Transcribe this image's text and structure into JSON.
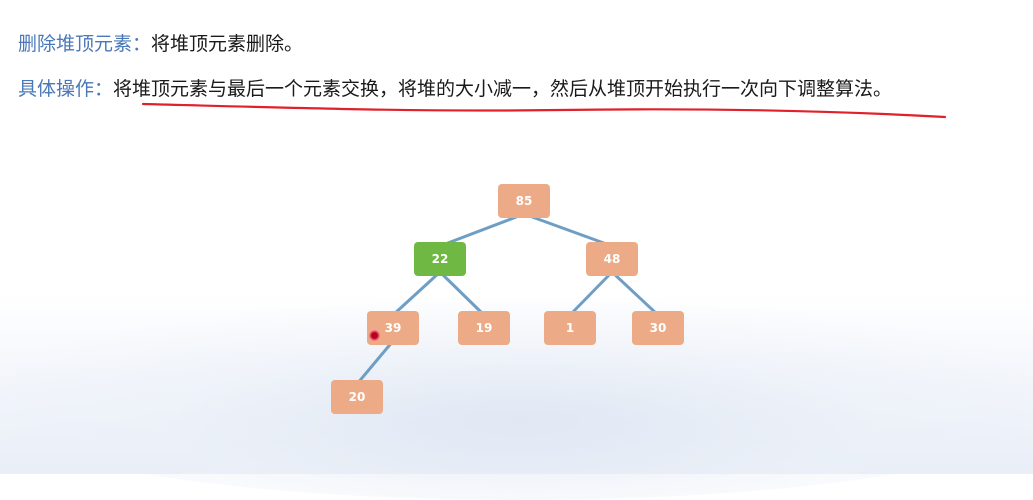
{
  "line1": {
    "label": "删除堆顶元素：",
    "text": "将堆顶元素删除。"
  },
  "line2": {
    "label": "具体操作：",
    "text": "将堆顶元素与最后一个元素交换，将堆的大小减一，然后从堆顶开始执行一次向下调整算法。"
  },
  "colors": {
    "label_blue": "#4a78b8",
    "node_orange": "#ecab86",
    "node_green": "#6fb843",
    "edge_blue": "#6f9ec4",
    "underline_red": "#e0202a"
  },
  "tree": {
    "nodes": [
      {
        "id": "n85",
        "value": "85",
        "highlight": false
      },
      {
        "id": "n22",
        "value": "22",
        "highlight": true
      },
      {
        "id": "n48",
        "value": "48",
        "highlight": false
      },
      {
        "id": "n39",
        "value": "39",
        "highlight": false
      },
      {
        "id": "n19",
        "value": "19",
        "highlight": false
      },
      {
        "id": "n1",
        "value": "1",
        "highlight": false
      },
      {
        "id": "n30",
        "value": "30",
        "highlight": false
      },
      {
        "id": "n20",
        "value": "20",
        "highlight": false
      }
    ],
    "edges": [
      [
        "n85",
        "n22"
      ],
      [
        "n85",
        "n48"
      ],
      [
        "n22",
        "n39"
      ],
      [
        "n22",
        "n19"
      ],
      [
        "n48",
        "n1"
      ],
      [
        "n48",
        "n30"
      ],
      [
        "n39",
        "n20"
      ]
    ]
  }
}
